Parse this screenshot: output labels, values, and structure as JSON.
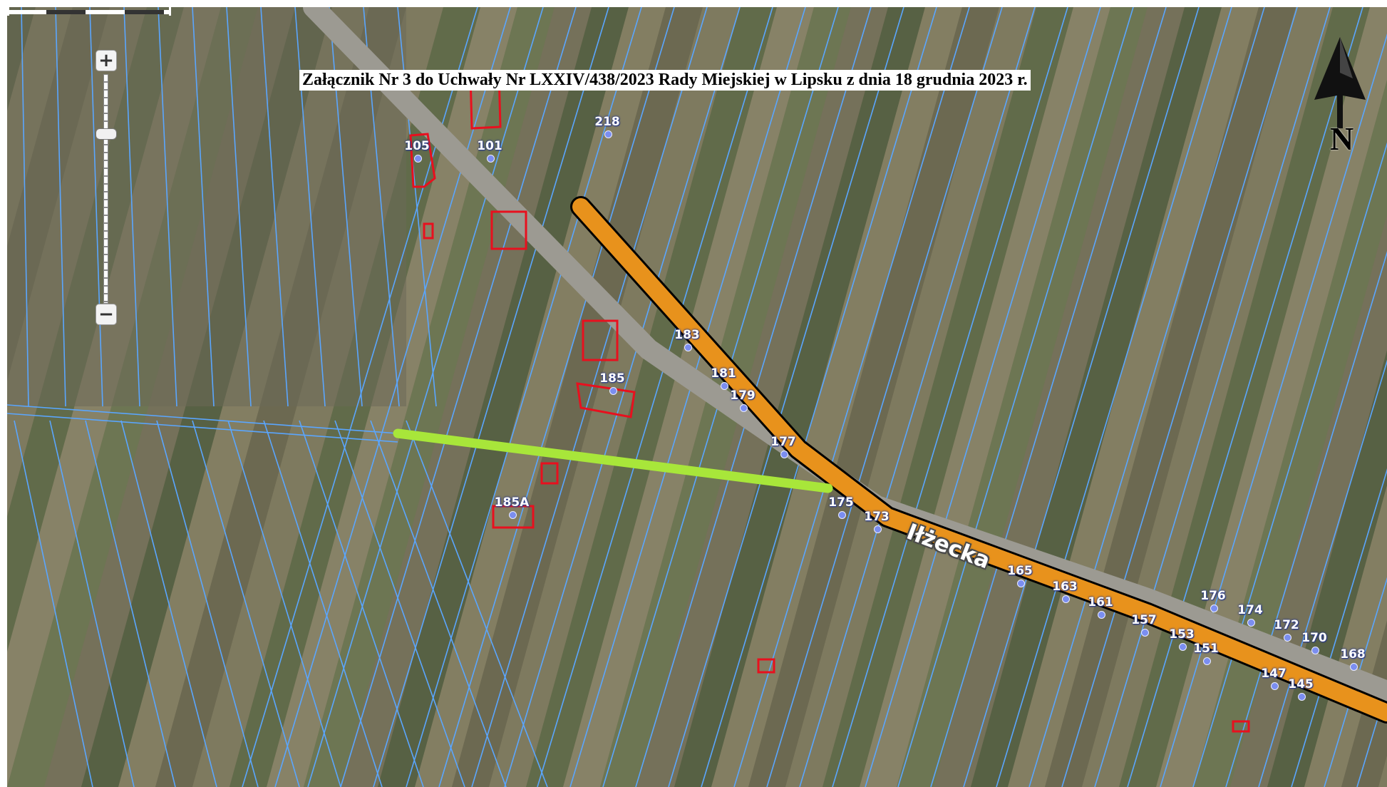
{
  "title": "Załącznik Nr 3 do Uchwały Nr LXXIV/438/2023 Rady Miejskiej w Lipsku z dnia 18 grudnia 2023 r.",
  "street_name": "Iłżecka",
  "zoom": {
    "plus_label": "+",
    "minus_label": "−"
  },
  "north_arrow": {
    "label": "N"
  },
  "address_points": [
    "105",
    "101",
    "218",
    "183",
    "181",
    "185",
    "179",
    "177",
    "185A",
    "175",
    "173",
    "165",
    "163",
    "161",
    "157",
    "153",
    "151",
    "147",
    "145",
    "176",
    "174",
    "172",
    "170",
    "168"
  ],
  "colors": {
    "road_fill": "#e8921c",
    "highlight_line": "#a8e63a",
    "parcel_border": "#5aa6ff",
    "building_outline": "#e8101e",
    "address_dot": "#7b8ef0",
    "aerial_base": "#6f6b55"
  }
}
